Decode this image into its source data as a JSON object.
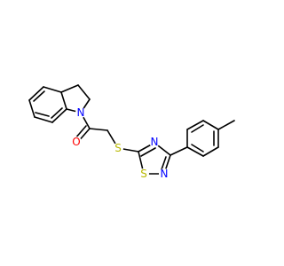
{
  "molecule": {
    "atoms": {
      "n_indoline": {
        "symbol": "N",
        "color": "#0000FF"
      },
      "o_carbonyl": {
        "symbol": "O",
        "color": "#FF0000"
      },
      "s_thioether": {
        "symbol": "S",
        "color": "#B8B800"
      },
      "n_ring_upper": {
        "symbol": "N",
        "color": "#0000FF"
      },
      "s_ring": {
        "symbol": "S",
        "color": "#B8B800"
      },
      "n_ring_lower": {
        "symbol": "N",
        "color": "#0000FF"
      }
    }
  }
}
